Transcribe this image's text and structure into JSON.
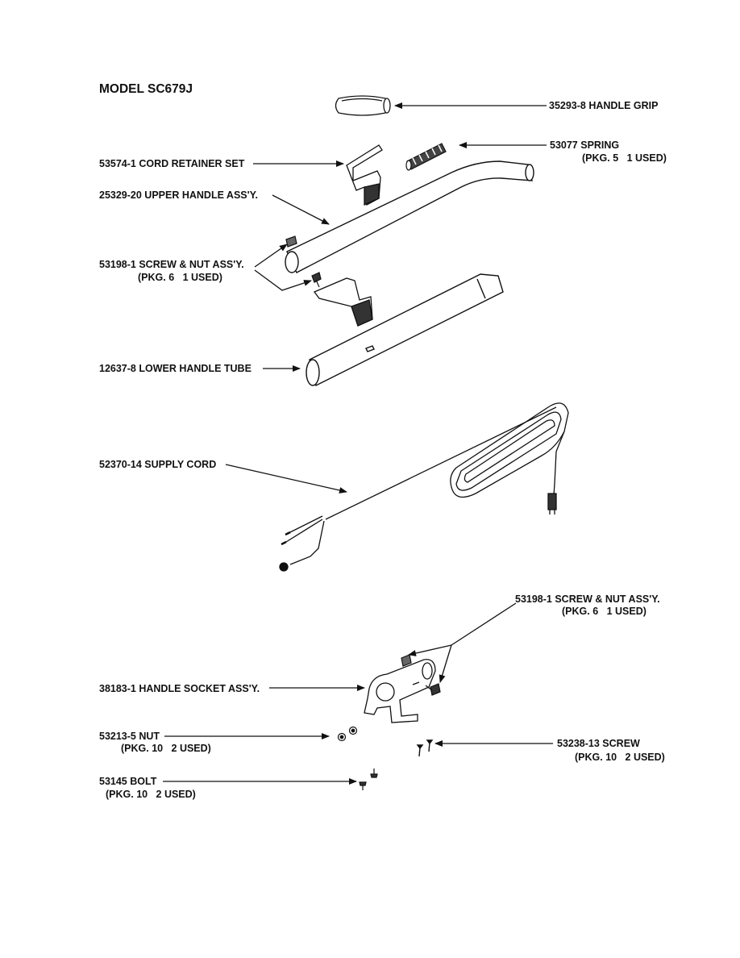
{
  "title": "MODEL SC679J",
  "parts": {
    "handle_grip": {
      "line1": "35293-8 HANDLE GRIP"
    },
    "spring": {
      "line1": "53077 SPRING",
      "line2": "(PKG. 5   1 USED)"
    },
    "cord_retainer_set": {
      "line1": "53574-1 CORD RETAINER SET"
    },
    "upper_handle": {
      "line1": "25329-20 UPPER HANDLE ASS'Y."
    },
    "screw_nut_upper": {
      "line1": "53198-1 SCREW & NUT ASS'Y.",
      "line2": "(PKG. 6   1 USED)"
    },
    "lower_handle_tube": {
      "line1": "12637-8 LOWER HANDLE TUBE"
    },
    "supply_cord": {
      "line1": "52370-14 SUPPLY CORD"
    },
    "screw_nut_lower": {
      "line1": "53198-1 SCREW & NUT ASS'Y.",
      "line2": "(PKG. 6   1 USED)"
    },
    "handle_socket": {
      "line1": "38183-1 HANDLE SOCKET ASS'Y."
    },
    "nut": {
      "line1": "53213-5 NUT",
      "line2": "(PKG. 10   2 USED)"
    },
    "screw": {
      "line1": "53238-13 SCREW",
      "line2": "(PKG. 10   2 USED)"
    },
    "bolt": {
      "line1": "53145 BOLT",
      "line2": "(PKG. 10   2 USED)"
    }
  }
}
